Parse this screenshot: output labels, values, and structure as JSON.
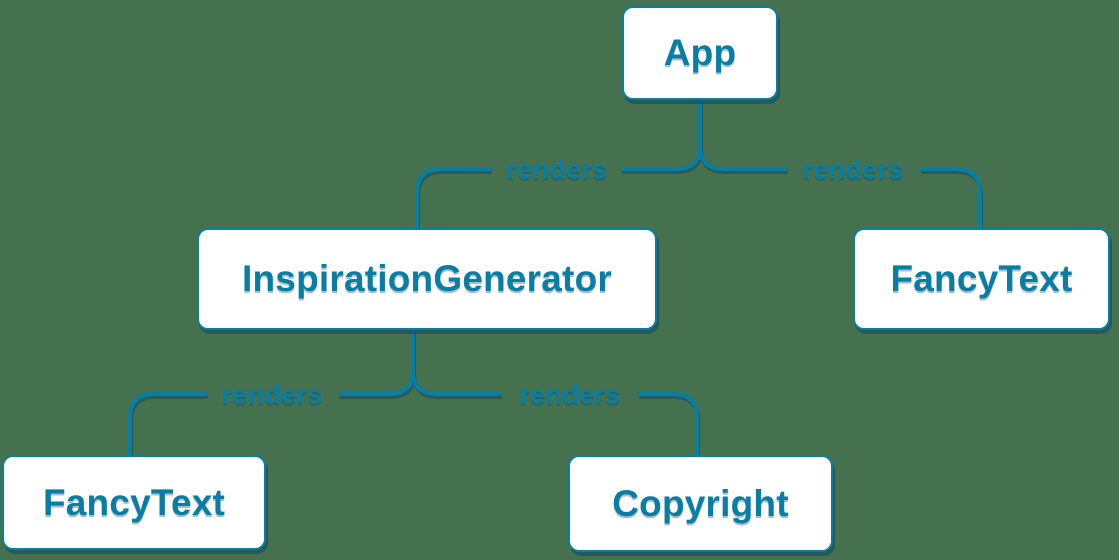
{
  "diagram": {
    "type": "render-tree",
    "background_color": "#45714E",
    "accent_color": "#087EA4",
    "node_fill_color": "#FFFFFF",
    "shadow_color": "#2A5F78",
    "nodes": [
      {
        "id": "app",
        "label": "App"
      },
      {
        "id": "inspiration-generator",
        "label": "InspirationGenerator"
      },
      {
        "id": "fancy-text-top-right",
        "label": "FancyText"
      },
      {
        "id": "fancy-text-bottom-left",
        "label": "FancyText"
      },
      {
        "id": "copyright",
        "label": "Copyright"
      }
    ],
    "edges": [
      {
        "from": "App",
        "to": "InspirationGenerator",
        "label": "renders"
      },
      {
        "from": "App",
        "to": "FancyText",
        "label": "renders"
      },
      {
        "from": "InspirationGenerator",
        "to": "FancyText",
        "label": "renders"
      },
      {
        "from": "InspirationGenerator",
        "to": "Copyright",
        "label": "renders"
      }
    ]
  }
}
